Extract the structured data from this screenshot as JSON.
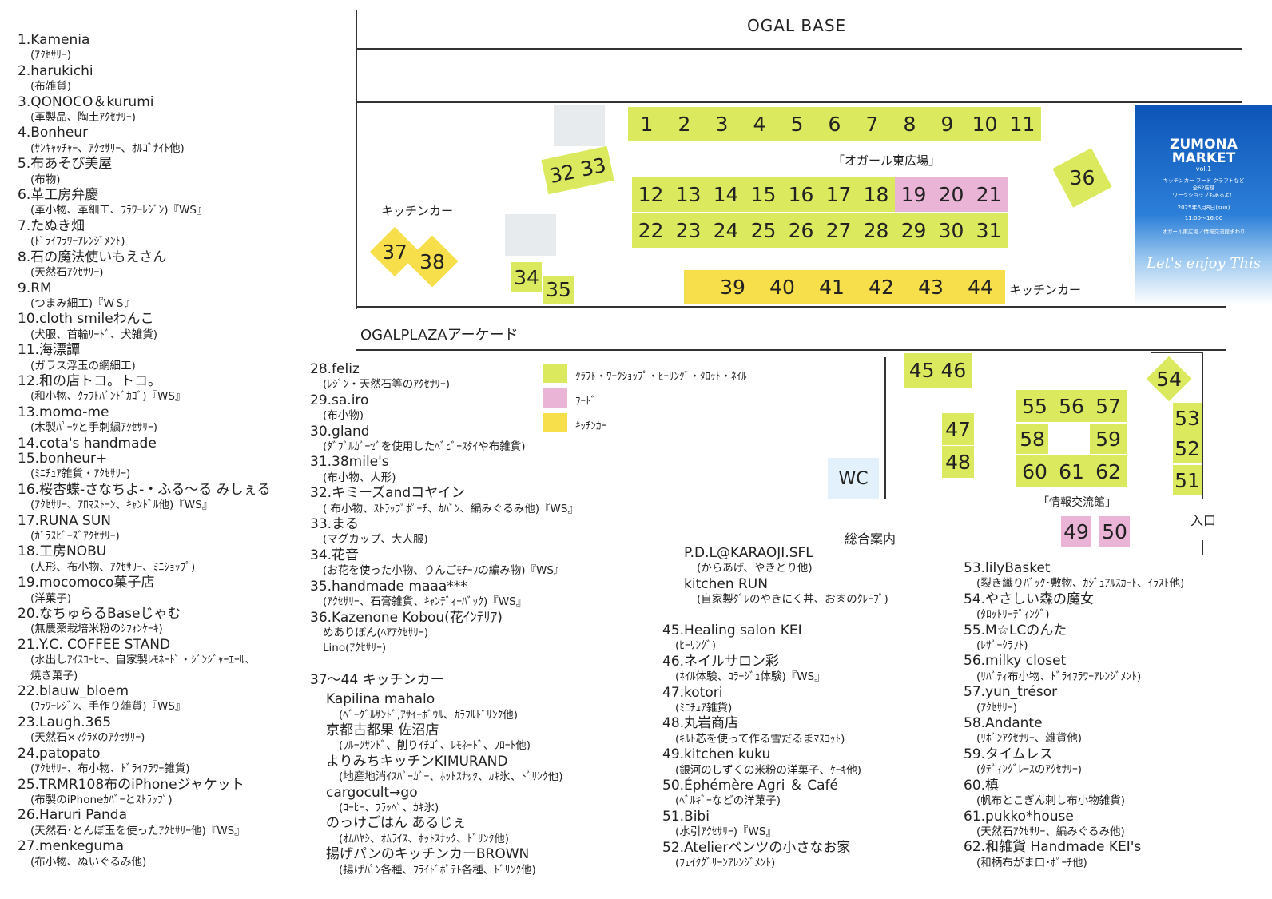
{
  "venue": {
    "top_label": "OGAL BASE",
    "arcade_label": "OGALPLAZAアーケード",
    "east_plaza": "「オガール東広場」",
    "info_hall": "「情報交流館」",
    "kitchen_car_left": "キッチンカー",
    "kitchen_car_right": "キッチンカー",
    "wc": "WC",
    "general_info": "総合案内",
    "entrance": "入口"
  },
  "legend": [
    {
      "color": "#dbe95e",
      "label": "ｸﾗﾌﾄ・ﾜｰｸｼｮｯﾌﾟ・ﾋｰﾘﾝｸﾞ・ﾀﾛｯﾄ・ﾈｲﾙ"
    },
    {
      "color": "#e9b4d6",
      "label": "ﾌｰﾄﾞ"
    },
    {
      "color": "#f6df4a",
      "label": "ｷｯﾁﾝｶｰ"
    }
  ],
  "booths": {
    "row1": [
      "1",
      "2",
      "3",
      "4",
      "5",
      "6",
      "7",
      "8",
      "9",
      "10",
      "11"
    ],
    "row2_green": [
      "12",
      "13",
      "14",
      "15",
      "16",
      "17",
      "18"
    ],
    "row2_pink": [
      "19",
      "20",
      "21"
    ],
    "row3": [
      "22",
      "23",
      "24",
      "25",
      "26",
      "27",
      "28",
      "29",
      "30",
      "31"
    ],
    "b32_33": "32 33",
    "b34": "34",
    "b35": "35",
    "b36": "36",
    "b37": "37",
    "b38": "38",
    "row_kitchen": [
      "39",
      "40",
      "41",
      "42",
      "43",
      "44"
    ],
    "b45_46": "45 46",
    "b47": "47",
    "b48": "48",
    "b49": "49",
    "b50": "50",
    "b51": "51",
    "b52": "52",
    "b53": "53",
    "b54": "54",
    "info_row1": [
      "55",
      "56",
      "57"
    ],
    "info_58": "58",
    "info_59": "59",
    "info_row3": [
      "60",
      "61",
      "62"
    ]
  },
  "poster": {
    "title1": "ZUMONA",
    "title2": "MARKET",
    "vol": "vol.1",
    "sub1": "キッチンカー フード クラフトなど",
    "sub2": "全62店舗",
    "sub3": "ワークショップもあるよ！",
    "date": "2025年6月8日(sun)",
    "time": "11:00～16:00",
    "place": "オガール東広場／情報交流館まわり",
    "catch": "Let's enjoy This"
  },
  "list_col1": [
    {
      "name": "1.Kamenia",
      "desc": "(ｱｸｾｻﾘｰ)"
    },
    {
      "name": "2.harukichi",
      "desc": "(布雑貨)"
    },
    {
      "name": "3.QONOCO＆kurumi",
      "desc": "(革製品、陶土ｱｸｾｻﾘｰ)"
    },
    {
      "name": "4.Bonheur",
      "desc": "(ｻﾝｷｬｯﾁｬｰ、ｱｸｾｻﾘｰ、ｵﾙｺﾞﾅｲﾄ他)"
    },
    {
      "name": "5.布あそび美屋",
      "desc": "(布物)"
    },
    {
      "name": "6.革工房弁慶",
      "desc": "(革小物、革細工、ﾌﾗﾜｰﾚｼﾞﾝ)『WS』"
    },
    {
      "name": "7.たぬき畑",
      "desc": "(ﾄﾞﾗｲﾌﾗﾜｰｱﾚﾝｼﾞﾒﾝﾄ)"
    },
    {
      "name": "8.石の魔法使いもえさん",
      "desc": "(天然石ｱｸｾｻﾘｰ)"
    },
    {
      "name": "9.RM",
      "desc": "(つまみ細工)『ＷＳ』"
    },
    {
      "name": "10.cloth smileわんこ",
      "desc": "(犬服、首輪ﾘｰﾄﾞ、犬雑貨)"
    },
    {
      "name": "11.海漂譚",
      "desc": "(ガラス浮玉の網細工)"
    },
    {
      "name": "12.和の店トコ。トコ。",
      "desc": "(和小物、ｸﾗﾌﾄﾊﾞﾝﾄﾞｶｺﾞ)『WS』"
    },
    {
      "name": "13.momo-me",
      "desc": "(木製ﾊﾟｰﾂと手刺繍ｱｸｾｻﾘｰ)"
    },
    {
      "name": "14.cota's handmade",
      "desc": ""
    },
    {
      "name": "15.bonheur+",
      "desc": "(ﾐﾆﾁｭｱ雑貨・ｱｸｾｻﾘｰ)"
    },
    {
      "name": "16.桜杏蝶-さなちよ-・ふる～る みしぇる",
      "desc": "(ｱｸｾｻﾘｰ、ｱﾛﾏｽﾄｰﾝ、ｷｬﾝﾄﾞﾙ他)『WS』"
    },
    {
      "name": "17.RUNA SUN",
      "desc": "(ｶﾞﾗｽﾋﾞｰｽﾞｱｸｾｻﾘｰ)"
    },
    {
      "name": "18.工房NOBU",
      "desc": "(人形、布小物、ｱｸｾｻﾘｰ、ﾐﾆｼｮｯﾌﾟ)"
    },
    {
      "name": "19.mocomoco菓子店",
      "desc": "(洋菓子)"
    },
    {
      "name": "20.なちゅらるBaseじゃむ",
      "desc": "(無農薬栽培米粉のｼﾌｫﾝｹｰｷ)"
    },
    {
      "name": "21.Y.C. COFFEE STAND",
      "desc": "(水出しｱｲｽｺｰﾋｰ、自家製ﾚﾓﾈｰﾄﾞ・ｼﾞﾝｼﾞｬｰｴｰﾙ、",
      "desc2": "焼き菓子)"
    },
    {
      "name": "22.blauw_bloem",
      "desc": "(ﾌﾗﾜｰﾚｼﾞﾝ、手作り雑貨)『WS』"
    },
    {
      "name": "23.Laugh.365",
      "desc": "(天然石×ﾏｸﾗﾒのｱｸｾｻﾘｰ)"
    },
    {
      "name": "24.patopato",
      "desc": "(ｱｸｾｻﾘｰ、布小物、ﾄﾞﾗｲﾌﾗﾜｰ雑貨)"
    },
    {
      "name": "25.TRMR108布のiPhoneジャケット",
      "desc": "(布製のiPhoneｶﾊﾞｰとｽﾄﾗｯﾌﾟ)"
    },
    {
      "name": "26.Haruri Panda",
      "desc": "(天然石･とんぼ玉を使ったｱｸｾｻﾘｰ他)『WS』"
    },
    {
      "name": "27.menkeguma",
      "desc": "(布小物、ぬいぐるみ他)"
    }
  ],
  "list_col2": [
    {
      "name": "28.feliz",
      "desc": "(ﾚｼﾞﾝ・天然石等のｱｸｾｻﾘｰ)"
    },
    {
      "name": "29.sa.iro",
      "desc": "(布小物)"
    },
    {
      "name": "30.gland",
      "desc": "(ﾀﾞﾌﾞﾙｶﾞｰｾﾞを使用したﾍﾞﾋﾞｰｽﾀｲや布雑貨)"
    },
    {
      "name": "31.38mile's",
      "desc": "(布小物、人形)"
    },
    {
      "name": "32.キミーズandコヤイン",
      "desc": "( 布小物、ｽﾄﾗｯﾌﾟﾎﾟｰﾁ、ｶﾊﾞﾝ、編みぐるみ他)『WS』"
    },
    {
      "name": "33.まる",
      "desc": "(マグカップ、大人服)"
    },
    {
      "name": "34.花音",
      "desc": "(お花を使った小物、りんごﾓﾁｰﾌの編み物)『WS』"
    },
    {
      "name": "35.handmade maaa***",
      "desc": "(ｱｸｾｻﾘｰ、石膏雑貨、ｷｬﾝﾃﾞｨｰﾊﾞｯｸ)『WS』"
    },
    {
      "name": "36.Kazenone Kobou(花ｲﾝﾃﾘｱ)",
      "desc": "めありぼん(ﾍｱｱｸｾｻﾘｰ)",
      "desc2": "Lino(ｱｸｾｻﾘｰ)"
    }
  ],
  "kitchen_heading": "37～44 キッチンカー",
  "kitchen_list": [
    {
      "name": "Kapilina mahalo",
      "desc": "(ﾍﾞｰｸﾞﾙｻﾝﾄﾞ,ｱｻｲｰﾎﾞｳﾙ、ｶﾗﾌﾙﾄﾞﾘﾝｸ他)"
    },
    {
      "name": "京都古都果 佐沼店",
      "desc": "(ﾌﾙｰﾂｻﾝﾄﾞ、削りｲﾁｺﾞ、ﾚﾓﾈｰﾄﾞ、ﾌﾛｰﾄ他)"
    },
    {
      "name": "よりみちキッチンKIMURAND",
      "desc": "(地産地消ｲｽﾊﾞｰｶﾞｰ、ﾎｯﾄｽﾅｯｸ、ｶｷ氷、ﾄﾞﾘﾝｸ他)"
    },
    {
      "name": "cargocult→go",
      "desc": "(ｺｰﾋｰ、ﾌﾗｯﾍﾟ、ｶｷ氷)"
    },
    {
      "name": "のっけごはん あるじぇ",
      "desc": "(ｵﾑﾊﾔｼ、ｵﾑﾗｲｽ、ﾎｯﾄｽﾅｯｸ、ﾄﾞﾘﾝｸ他)"
    },
    {
      "name": "揚げパンのキッチンカーBROWN",
      "desc": "(揚げﾊﾟﾝ各種、ﾌﾗｲﾄﾞﾎﾟﾃﾄ各種、ﾄﾞﾘﾝｸ他)"
    }
  ],
  "list_col3_top": [
    {
      "name": "P.D.L@KARAOJI.SFL",
      "desc": "(からあげ、やきとり他)"
    },
    {
      "name": "kitchen RUN",
      "desc": "(自家製ﾀﾞﾚのやきにく丼、お肉のｸﾚｰﾌﾟ)"
    }
  ],
  "list_col3": [
    {
      "name": "45.Healing salon KEI",
      "desc": "(ﾋｰﾘﾝｸﾞ)"
    },
    {
      "name": "46.ネイルサロン彩",
      "desc": "(ﾈｲﾙ体験、ｺﾗｰｼﾞｭ体験)『WS』"
    },
    {
      "name": "47.kotori",
      "desc": "(ﾐﾆﾁｭｱ雑貨)"
    },
    {
      "name": "48.丸岩商店",
      "desc": "(ｷﾙﾄ芯を使って作る雪だるまﾏｽｺｯﾄ)"
    },
    {
      "name": "49.kitchen kuku",
      "desc": "(銀河のしずくの米粉の洋菓子、ｹｰｷ他)"
    },
    {
      "name": "50.Éphémère Agri ＆ Café",
      "desc": "(ﾍﾞﾙｷﾞｰなどの洋菓子)"
    },
    {
      "name": "51.Bibi",
      "desc": "(水引ｱｸｾｻﾘｰ)『WS』"
    },
    {
      "name": "52.Atelierベンツの小さなお家",
      "desc": "(ﾌｪｲｸｸﾞﾘｰﾝｱﾚﾝｼﾞﾒﾝﾄ)"
    }
  ],
  "list_col4": [
    {
      "name": "53.lilyBasket",
      "desc": "(裂き織りﾊﾞｯｸ･敷物、ｶｼﾞｭｱﾙｽｶｰﾄ、ｲﾗｽﾄ他)"
    },
    {
      "name": "54.やさしい森の魔女",
      "desc": "(ﾀﾛｯﾄﾘｰﾃﾞｨﾝｸﾞ)"
    },
    {
      "name": "55.M☆LCのんた",
      "desc": "(ﾚｻﾞｰｸﾗﾌﾄ)"
    },
    {
      "name": "56.milky closet",
      "desc": "(ﾘﾊﾞﾃｨ布小物、ﾄﾞﾗｲﾌﾗﾜｰｱﾚﾝｼﾞﾒﾝﾄ)"
    },
    {
      "name": "57.yun_trésor",
      "desc": "(ｱｸｾｻﾘｰ)"
    },
    {
      "name": "58.Andante",
      "desc": "(ﾘﾎﾞﾝｱｸｾｻﾘｰ、雑貨他)"
    },
    {
      "name": "59.タイムレス",
      "desc": "(ﾀﾃﾞｨﾝｸﾞﾚｰｽのｱｸｾｻﾘｰ)"
    },
    {
      "name": "60.槙",
      "desc": "(帆布とこぎん刺し布小物雑貨)"
    },
    {
      "name": "61.pukko*house",
      "desc": "(天然石ｱｸｾｻﾘｰ、編みぐるみ他)"
    },
    {
      "name": "62.和雑貨 Handmade KEI's",
      "desc": "(和柄布がま口･ﾎﾟｰﾁ他)"
    }
  ]
}
